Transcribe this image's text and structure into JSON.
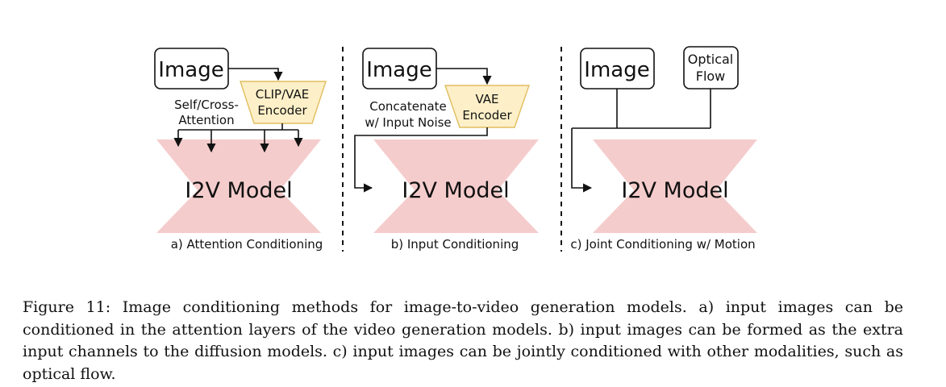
{
  "panels": {
    "a": {
      "image_label": "Image",
      "encoder_line1": "CLIP/VAE",
      "encoder_line2": "Encoder",
      "attention_line1": "Self/Cross-",
      "attention_line2": "Attention",
      "model_label": "I2V Model",
      "subcaption": "a) Attention Conditioning"
    },
    "b": {
      "image_label": "Image",
      "encoder_line1": "VAE",
      "encoder_line2": "Encoder",
      "concat_line1": "Concatenate",
      "concat_line2": "w/ Input Noise",
      "model_label": "I2V Model",
      "subcaption": "b) Input Conditioning"
    },
    "c": {
      "image_label": "Image",
      "flow_line1": "Optical",
      "flow_line2": "Flow",
      "model_label": "I2V Model",
      "subcaption": "c) Joint Conditioning w/ Motion"
    }
  },
  "caption": "Figure 11: Image conditioning methods for image-to-video generation models. a) input images can be conditioned in the attention layers of the video generation models. b) input images can be formed as the extra input channels to the diffusion models. c) input images can be jointly conditioned with other modalities, such as optical flow.",
  "colors": {
    "model_fill": "#f5cccc",
    "encoder_fill": "#fdf0c8",
    "encoder_stroke": "#e0bd5e"
  }
}
